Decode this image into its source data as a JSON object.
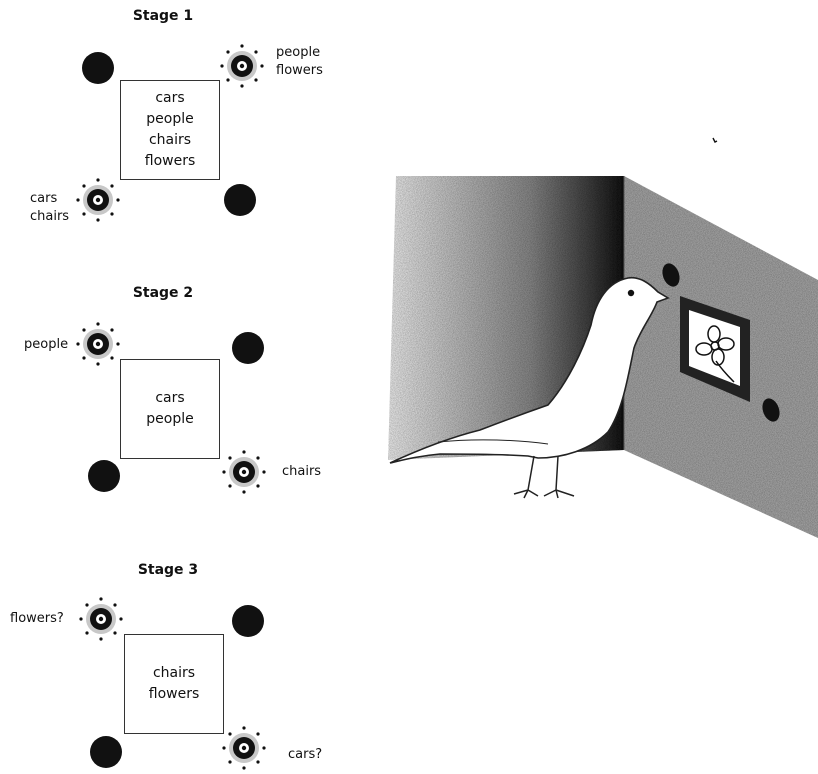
{
  "stages": [
    {
      "title": "Stage 1",
      "box_items": [
        "cars",
        "people",
        "chairs",
        "flowers"
      ],
      "lit_labels": [
        [
          "people",
          "flowers"
        ],
        [
          "cars",
          "chairs"
        ]
      ]
    },
    {
      "title": "Stage 2",
      "box_items": [
        "cars",
        "people"
      ],
      "lit_labels": [
        [
          "people"
        ],
        [
          "chairs"
        ]
      ]
    },
    {
      "title": "Stage 3",
      "box_items": [
        "chairs",
        "flowers"
      ],
      "lit_labels": [
        [
          "flowers?"
        ],
        [
          "cars?"
        ]
      ]
    }
  ],
  "colors": {
    "ink": "#111111",
    "gray": "#9a9a9a",
    "white": "#ffffff"
  }
}
